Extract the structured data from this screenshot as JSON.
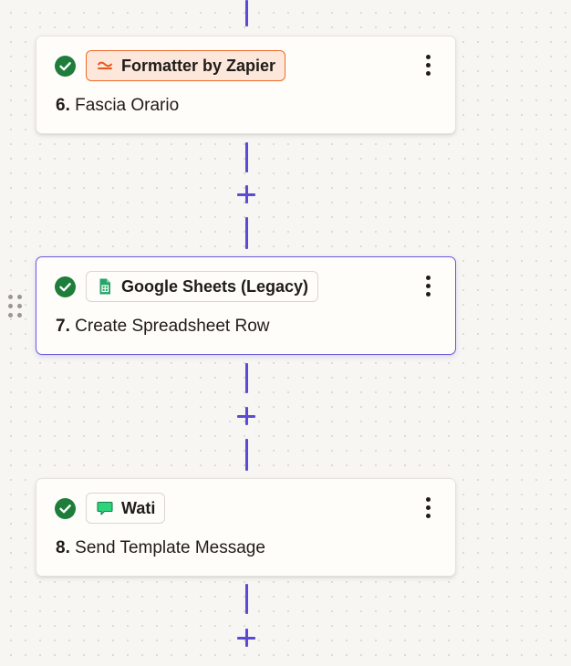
{
  "canvas": {
    "accent_color": "#5b4bd3",
    "success_color": "#1e7d3a"
  },
  "steps": [
    {
      "number": "6.",
      "title": "Fascia Orario",
      "app_name": "Formatter by Zapier",
      "app_icon": "formatter-icon",
      "status": "complete",
      "selected": false
    },
    {
      "number": "7.",
      "title": "Create Spreadsheet Row",
      "app_name": "Google Sheets (Legacy)",
      "app_icon": "google-sheets-icon",
      "status": "complete",
      "selected": true
    },
    {
      "number": "8.",
      "title": "Send Template Message",
      "app_name": "Wati",
      "app_icon": "wati-icon",
      "status": "complete",
      "selected": false
    }
  ],
  "icons": {
    "add_step": "plus-icon",
    "step_menu": "more-vertical-icon",
    "drag": "drag-handle-icon",
    "status": "check-circle-icon"
  }
}
